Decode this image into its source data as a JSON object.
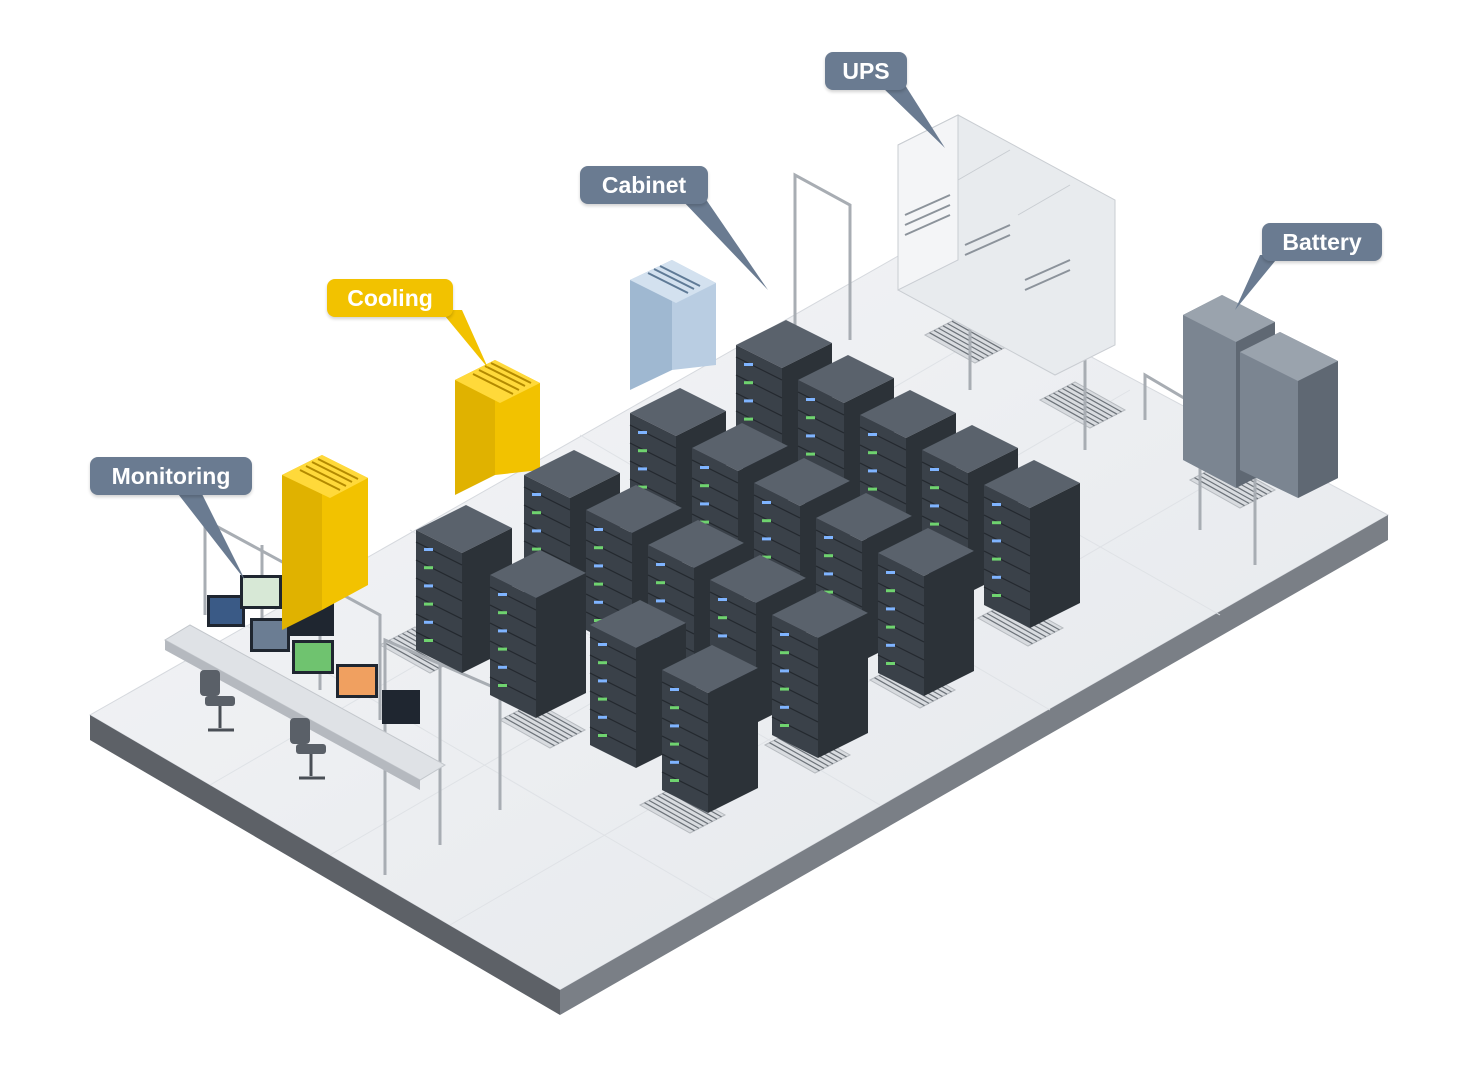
{
  "labels": {
    "ups": "UPS",
    "cabinet": "Cabinet",
    "battery": "Battery",
    "cooling": "Cooling",
    "monitoring": "Monitoring"
  },
  "colors": {
    "label_gray": "#6a7b91",
    "label_yellow": "#f2c200",
    "cabinet_body": "#3d444d",
    "cooling_unit": "#f2c200",
    "precision_ac": "#a9c1d9",
    "ups_cabinet": "#eceff2",
    "battery_cabinet": "#6e7884",
    "floor": "#eef0f3"
  },
  "icons": {
    "server_led": "status-led",
    "vent_tile": "floor-vent-grille"
  }
}
